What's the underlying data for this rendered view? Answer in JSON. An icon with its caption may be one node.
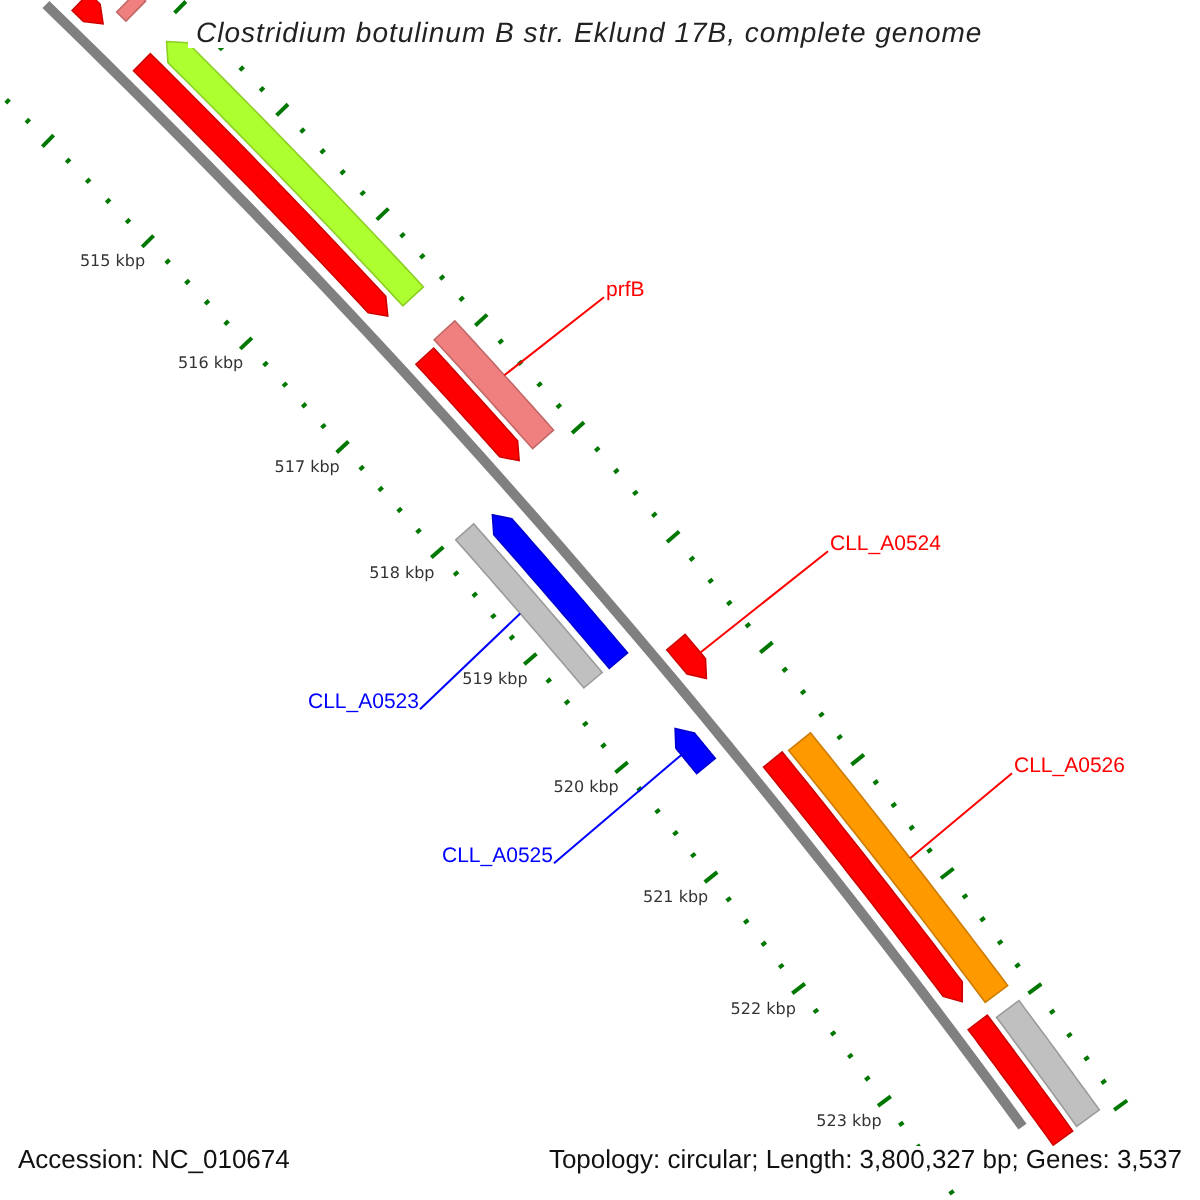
{
  "diagram": {
    "title": "Clostridium botulinum B str. Eklund 17B, complete genome",
    "nodes": [
      {
        "text": [
          "prfB"
        ]
      },
      {
        "text": [
          "CLL_A0524"
        ]
      },
      {
        "text": [
          "CLL_A0523"
        ]
      },
      {
        "text": [
          "CLL_A0526"
        ]
      },
      {
        "text": [
          "CLL_A0525"
        ]
      },
      {
        "text": [],
        "shape": "bar"
      },
      {
        "text": [],
        "shape": "bar"
      },
      {
        "text": [],
        "shape": "bar"
      },
      {
        "text": [],
        "shape": "bar"
      },
      {
        "text": [],
        "shape": "bar"
      }
    ],
    "edges": [
      {
        "from": 0,
        "to": 5,
        "arrow": "none"
      },
      {
        "from": 1,
        "to": 7,
        "arrow": "none"
      },
      {
        "from": 2,
        "to": 6,
        "arrow": "none",
        "color": "#0000ff"
      },
      {
        "from": 3,
        "to": 9,
        "arrow": "none"
      },
      {
        "from": 4,
        "to": 8,
        "arrow": "none",
        "color": "#0000ff"
      }
    ],
    "labels": [
      "515 kbp",
      "516 kbp",
      "517 kbp",
      "518 kbp",
      "519 kbp",
      "520 kbp",
      "521 kbp",
      "522 kbp",
      "523 kbp",
      "Accession: NC_010674",
      "Topology: circular; Length: 3,800,327 bp; Genes: 3,537"
    ]
  }
}
